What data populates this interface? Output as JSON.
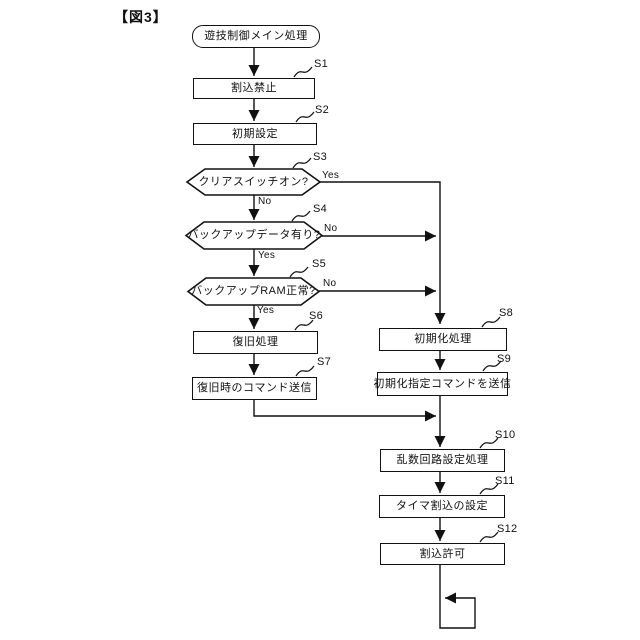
{
  "figure_label": "【図3】",
  "flow": {
    "start": {
      "label": "遊技制御メイン処理",
      "type": "terminator"
    },
    "s1": {
      "step": "S1",
      "label": "割込禁止",
      "type": "process"
    },
    "s2": {
      "step": "S2",
      "label": "初期設定",
      "type": "process"
    },
    "s3": {
      "step": "S3",
      "label": "クリアスイッチオン?",
      "type": "decision",
      "yes": "Yes",
      "no": "No"
    },
    "s4": {
      "step": "S4",
      "label": "バックアップデータ有り?",
      "type": "decision",
      "yes": "Yes",
      "no": "No"
    },
    "s5": {
      "step": "S5",
      "label": "バックアップRAM正常?",
      "type": "decision",
      "yes": "Yes",
      "no": "No"
    },
    "s6": {
      "step": "S6",
      "label": "復旧処理",
      "type": "process"
    },
    "s7": {
      "step": "S7",
      "label": "復旧時のコマンド送信",
      "type": "process"
    },
    "s8": {
      "step": "S8",
      "label": "初期化処理",
      "type": "process"
    },
    "s9": {
      "step": "S9",
      "label": "初期化指定コマンドを送信",
      "type": "process"
    },
    "s10": {
      "step": "S10",
      "label": "乱数回路設定処理",
      "type": "process"
    },
    "s11": {
      "step": "S11",
      "label": "タイマ割込の設定",
      "type": "process"
    },
    "s12": {
      "step": "S12",
      "label": "割込許可",
      "type": "process"
    }
  },
  "colors": {
    "line": "#111111",
    "background": "#ffffff"
  }
}
